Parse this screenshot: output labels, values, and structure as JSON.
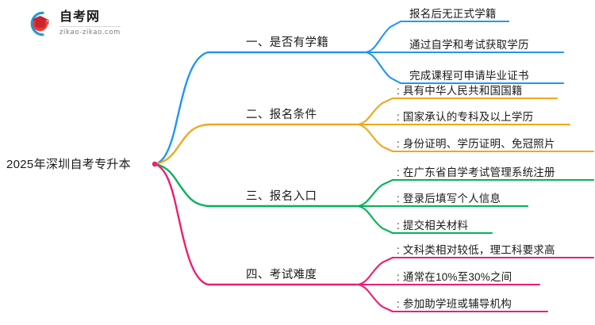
{
  "logo": {
    "title": "自考网",
    "url": "zikao-zikao.com",
    "mark_icon": "graduation-cap-icon",
    "arc_color": "#1a9ae0",
    "cap_color": "#e8332a",
    "cap_band_color": "#f04a3f"
  },
  "root": {
    "label": "2025年深圳自考专升本"
  },
  "colors": {
    "blue": "#2196f3",
    "orange": "#f0a81e",
    "green": "#00b359",
    "pink": "#ee1e73"
  },
  "branches": [
    {
      "id": "branch-1",
      "label": "一、是否有学籍",
      "color": "#2196f3",
      "leaves": [
        {
          "text": "报名后无正式学籍"
        },
        {
          "text": "通过自学和考试获取学历"
        },
        {
          "text": "完成课程可申请毕业证书"
        }
      ]
    },
    {
      "id": "branch-2",
      "label": "二、报名条件",
      "color": "#f0a81e",
      "leaves": [
        {
          "text": ": 具有中华人民共和国国籍"
        },
        {
          "text": ": 国家承认的专科及以上学历"
        },
        {
          "text": ": 身份证明、学历证明、免冠照片"
        }
      ]
    },
    {
      "id": "branch-3",
      "label": "三、报名入口",
      "color": "#00b359",
      "leaves": [
        {
          "text": ": 在广东省自学考试管理系统注册"
        },
        {
          "text": ": 登录后填写个人信息"
        },
        {
          "text": ": 提交相关材料"
        }
      ]
    },
    {
      "id": "branch-4",
      "label": "四、考试难度",
      "color": "#ee1e73",
      "leaves": [
        {
          "text": ": 文科类相对较低，理工科要求高"
        },
        {
          "text": ": 通常在10%至30%之间"
        },
        {
          "text": ": 参加助学班或辅导机构"
        }
      ]
    }
  ]
}
